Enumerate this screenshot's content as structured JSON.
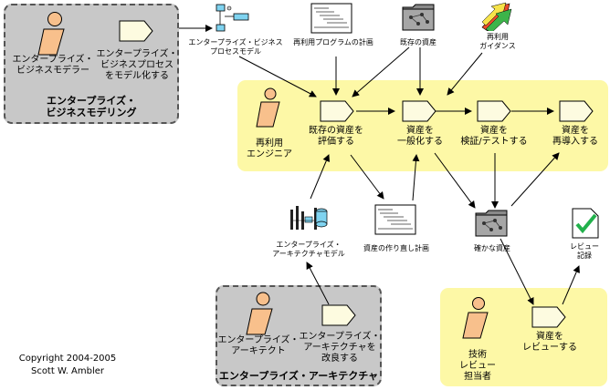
{
  "areas": {
    "business_modeling": "エンタープライズ・\nビジネスモデリング",
    "reuse": "",
    "architecture": "エンタープライズ・アーキテクチャ",
    "review": ""
  },
  "roles": {
    "business_modeler": "エンタープライズ・\nビジネスモデラー",
    "reuse_engineer": "再利用\nエンジニア",
    "architect": "エンタープライズ・\nアーキテクト",
    "tech_reviewer": "技術\nレビュー\n担当者"
  },
  "activities": {
    "model_business_process": "エンタープライズ・\nビジネスプロセス\nをモデル化する",
    "evaluate_assets": "既存の資産を\n評価する",
    "generalize_asset": "資産を\n一般化する",
    "verify_test_asset": "資産を\n検証/テストする",
    "reintroduce_asset": "資産を\n再導入する",
    "improve_architecture": "エンタープライズ・\nアーキテクチャを\n改良する",
    "review_asset": "資産を\nレビューする"
  },
  "artifacts": {
    "business_process_model": "エンタープライズ・ビジネス\nプロセスモデル",
    "reuse_program_plan": "再利用プログラムの計画",
    "existing_assets": "既存の資産",
    "reuse_guidance": "再利用\nガイダンス",
    "architecture_model": "エンタープライズ・\nアーキテクチャモデル",
    "asset_rework_plan": "資産の作り直し計画",
    "robust_assets": "確かな資産",
    "review_record": "レビュー\n記録"
  },
  "copyright": {
    "line1": "Copyright 2004-2005",
    "line2": "Scott W. Ambler"
  },
  "colors": {
    "gray_area": "#c8c8c8",
    "yellow_area": "#fdf8a6",
    "role_fill": "#f8c08c",
    "activity_fill": "#fdfbe0",
    "check_green": "#22b14c"
  },
  "icons": {
    "role": "person-icon",
    "activity": "activity-pentagon-icon",
    "folder": "folder-icon",
    "document": "document-icon",
    "model": "model-icon",
    "guidance": "guidance-arrows-icon",
    "check": "check-document-icon"
  }
}
